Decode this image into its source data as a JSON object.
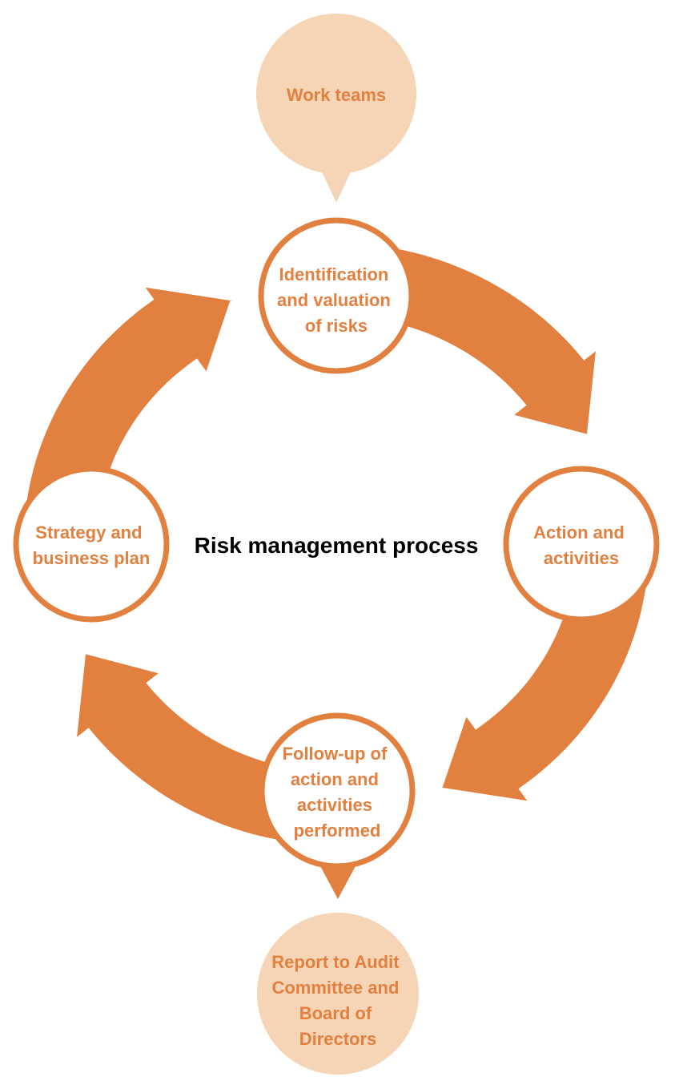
{
  "colors": {
    "accent": "#e2803f",
    "bubble": "#f5d5b6",
    "circle_fill": "#ffffff",
    "center_text": "#000000"
  },
  "diagram": {
    "center_title": "Risk management process",
    "top_bubble": {
      "lines": [
        "Work teams"
      ]
    },
    "nodes": {
      "top": {
        "lines": [
          "Identification",
          "and valuation",
          "of risks"
        ]
      },
      "right": {
        "lines": [
          "Action and",
          "activities"
        ]
      },
      "bottom": {
        "lines": [
          "Follow-up of",
          "action and",
          "activities",
          "performed"
        ]
      },
      "left": {
        "lines": [
          "Strategy and",
          "business plan"
        ]
      }
    },
    "bottom_bubble": {
      "lines": [
        "Report to Audit",
        "Committee and",
        "Board of",
        "Directors"
      ]
    }
  }
}
